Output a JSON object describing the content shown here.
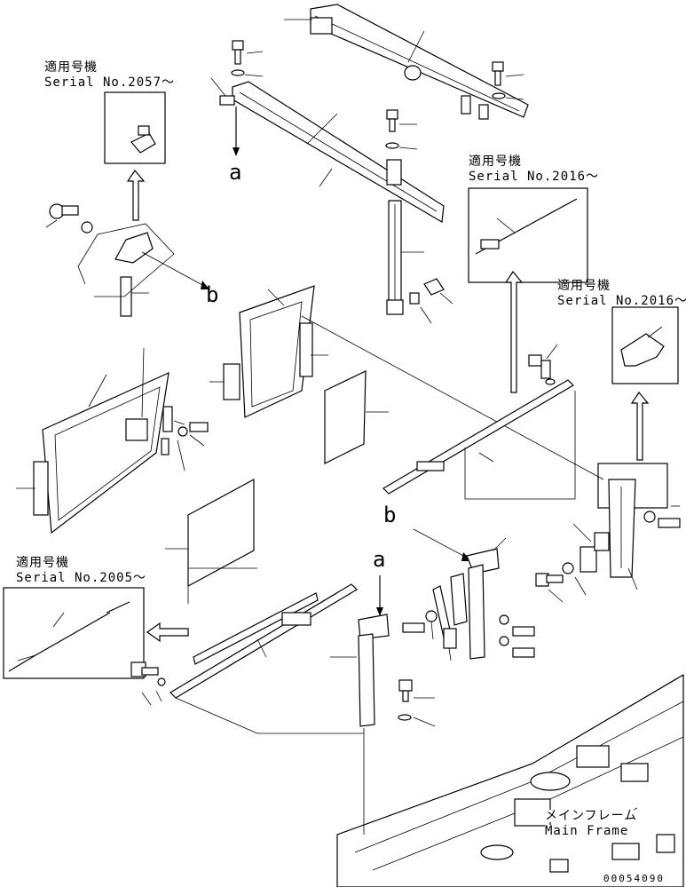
{
  "serial_notes": [
    {
      "jp": "適用号機",
      "en": "Serial No.2057〜"
    },
    {
      "jp": "適用号機",
      "en": "Serial No.2016〜"
    },
    {
      "jp": "適用号機",
      "en": "Serial No.2016〜"
    },
    {
      "jp": "適用号機",
      "en": "Serial No.2005〜"
    }
  ],
  "callout_letters": {
    "a": "a",
    "b": "b"
  },
  "main_frame": {
    "jp": "メインフレーム",
    "en": "Main Frame"
  },
  "drawing_number": "00054090"
}
